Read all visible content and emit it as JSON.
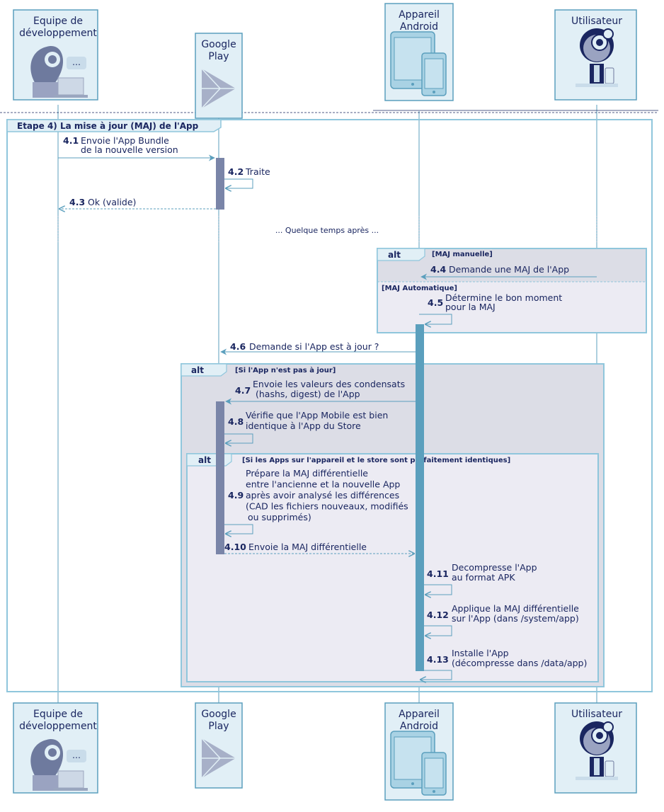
{
  "participants": [
    {
      "id": "dev",
      "label_lines": [
        "Equipe de",
        "développement"
      ],
      "icon": "developer-team-icon"
    },
    {
      "id": "gp",
      "label_lines": [
        "Google",
        "Play"
      ],
      "icon": "google-play-icon"
    },
    {
      "id": "android",
      "label_lines": [
        "Appareil",
        "Android"
      ],
      "icon": "android-devices-icon"
    },
    {
      "id": "user",
      "label_lines": [
        "Utilisateur"
      ],
      "icon": "user-icon"
    }
  ],
  "group": {
    "title": "Etape 4) La mise à jour (MAJ) de l'App"
  },
  "delay_text": "... Quelque temps après ...",
  "alt1": {
    "keyword": "alt",
    "condition": "[MAJ manuelle]",
    "else_condition": "[MAJ Automatique]"
  },
  "alt2": {
    "keyword": "alt",
    "condition": "[Si l'App n'est pas à jour]"
  },
  "alt3": {
    "keyword": "alt",
    "condition": "[Si les Apps sur l'appareil et le store sont parfaitement identiques]"
  },
  "messages": [
    {
      "num": "4.1",
      "lines": [
        "Envoie l'App Bundle",
        "de la nouvelle version"
      ]
    },
    {
      "num": "4.2",
      "lines": [
        "Traite"
      ]
    },
    {
      "num": "4.3",
      "lines": [
        "Ok (valide)"
      ]
    },
    {
      "num": "4.4",
      "lines": [
        "Demande une MAJ de l'App"
      ]
    },
    {
      "num": "4.5",
      "lines": [
        "Détermine le bon moment",
        "pour la MAJ"
      ]
    },
    {
      "num": "4.6",
      "lines": [
        "Demande si l'App est à jour ?"
      ]
    },
    {
      "num": "4.7",
      "lines": [
        "Envoie les valeurs des condensats",
        "(hashs, digest) de l'App"
      ]
    },
    {
      "num": "4.8",
      "lines": [
        "Vérifie que l'App Mobile est bien",
        "identique à l'App du Store"
      ]
    },
    {
      "num": "4.9",
      "lines": [
        "Prépare la MAJ différentielle",
        "entre l'ancienne et la nouvelle App",
        "après avoir analysé les différences",
        "(CAD les fichiers nouveaux, modifiés",
        "ou supprimés)"
      ]
    },
    {
      "num": "4.10",
      "lines": [
        "Envoie la MAJ différentielle"
      ]
    },
    {
      "num": "4.11",
      "lines": [
        "Decompresse l'App",
        "au format APK"
      ]
    },
    {
      "num": "4.12",
      "lines": [
        "Applique la MAJ différentielle",
        "sur l'App (dans /system/app)"
      ]
    },
    {
      "num": "4.13",
      "lines": [
        "Installe l'App",
        "(décompresse dans /data/app)"
      ]
    }
  ],
  "colors": {
    "line": "#5b9fbd",
    "box": "#e1eff6",
    "text": "#1a2660",
    "activation_gp": "#7a85a8",
    "activation_android": "#5b9fbd",
    "alt_fill": "#dcdde6",
    "alt_inner_fill": "#ecebf3"
  }
}
